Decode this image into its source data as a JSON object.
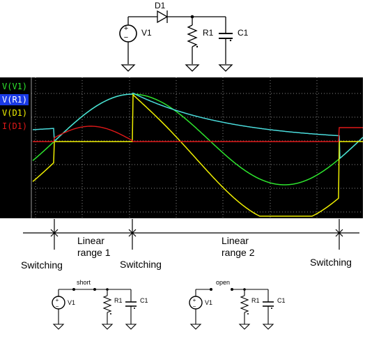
{
  "top_circuit": {
    "components": {
      "diode": "D1",
      "source": "V1",
      "resistor": "R1",
      "capacitor": "C1"
    }
  },
  "plot": {
    "background": "#000000",
    "grid_color": "#8a8a8a",
    "traces": [
      {
        "label": "V(V1)",
        "color": "#2ee62e"
      },
      {
        "label": "V(R1)",
        "color": "#4adcdc",
        "highlight": "#1a3ae6"
      },
      {
        "label": "V(D1)",
        "color": "#f0f000"
      },
      {
        "label": "I(D1)",
        "color": "#e01818"
      }
    ]
  },
  "annotations": {
    "linear_range_1": [
      "Linear",
      "range 1"
    ],
    "linear_range_2": [
      "Linear",
      "range 2"
    ],
    "switching_1": "Switching",
    "switching_2": "Switching",
    "switching_3": "Switching"
  },
  "short_circuit": {
    "title": "short",
    "components": {
      "source": "V1",
      "resistor": "R1",
      "capacitor": "C1"
    }
  },
  "open_circuit": {
    "title": "open",
    "components": {
      "source": "V1",
      "resistor": "R1",
      "capacitor": "C1"
    }
  }
}
